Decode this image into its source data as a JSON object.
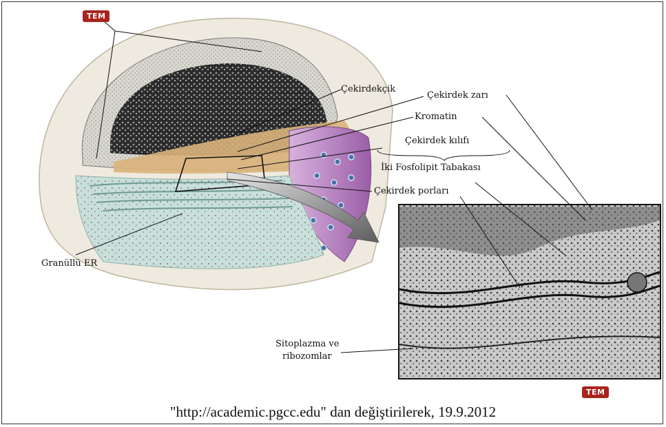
{
  "badges": {
    "top": "TEM",
    "bottom": "TEM"
  },
  "labels": {
    "nucleolus": "Çekirdekçik",
    "nuclear_membrane": "Çekirdek zarı",
    "chromatin": "Kromatin",
    "nuclear_envelope": "Çekirdek kılıfı",
    "phospholipid_bilayer": "İki Fosfolipit Tabakası",
    "nuclear_pores": "Çekirdek porları",
    "granular_er": "Granüllü ER",
    "cytoplasm_line1": "Sitoplazma ve",
    "cytoplasm_line2": "ribozomlar"
  },
  "caption": "\"http://academic.pgcc.edu\" dan değiştirilerek, 19.9.2012",
  "colors": {
    "badge": "#a8241c",
    "envelope": "#b07fbd",
    "er": "#b6d6cf"
  }
}
